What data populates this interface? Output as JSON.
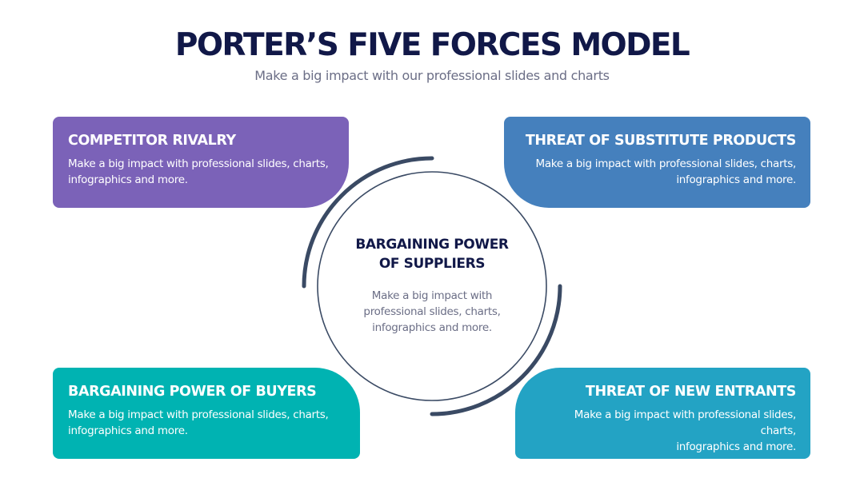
{
  "header": {
    "title": "PORTER’S FIVE FORCES MODEL",
    "subtitle": "Make a big impact with our professional slides and charts"
  },
  "center": {
    "title_line1": "BARGAINING POWER",
    "title_line2": "OF SUPPLIERS",
    "text_line1": "Make a big impact with",
    "text_line2": "professional slides, charts,",
    "text_line3": "infographics and more."
  },
  "cards": {
    "top_left": {
      "title": "COMPETITOR RIVALRY",
      "text_line1": "Make a big impact with professional slides, charts,",
      "text_line2": "infographics and more.",
      "color": "#7b62b8"
    },
    "top_right": {
      "title": "THREAT OF SUBSTITUTE PRODUCTS",
      "text_line1": "Make a big impact with professional slides, charts,",
      "text_line2": "infographics and more.",
      "color": "#4580bd"
    },
    "bottom_left": {
      "title": "BARGAINING POWER OF BUYERS",
      "text_line1": "Make a big impact with professional slides, charts,",
      "text_line2": "infographics and more.",
      "color": "#00b3b2"
    },
    "bottom_right": {
      "title": "THREAT OF NEW ENTRANTS",
      "text_line1": "Make a big impact with professional slides, charts,",
      "text_line2": "infographics and more.",
      "color": "#23a3c4"
    }
  },
  "colors": {
    "title": "#111848",
    "body_text": "#6b6e86",
    "ring": "#3a4a64"
  }
}
